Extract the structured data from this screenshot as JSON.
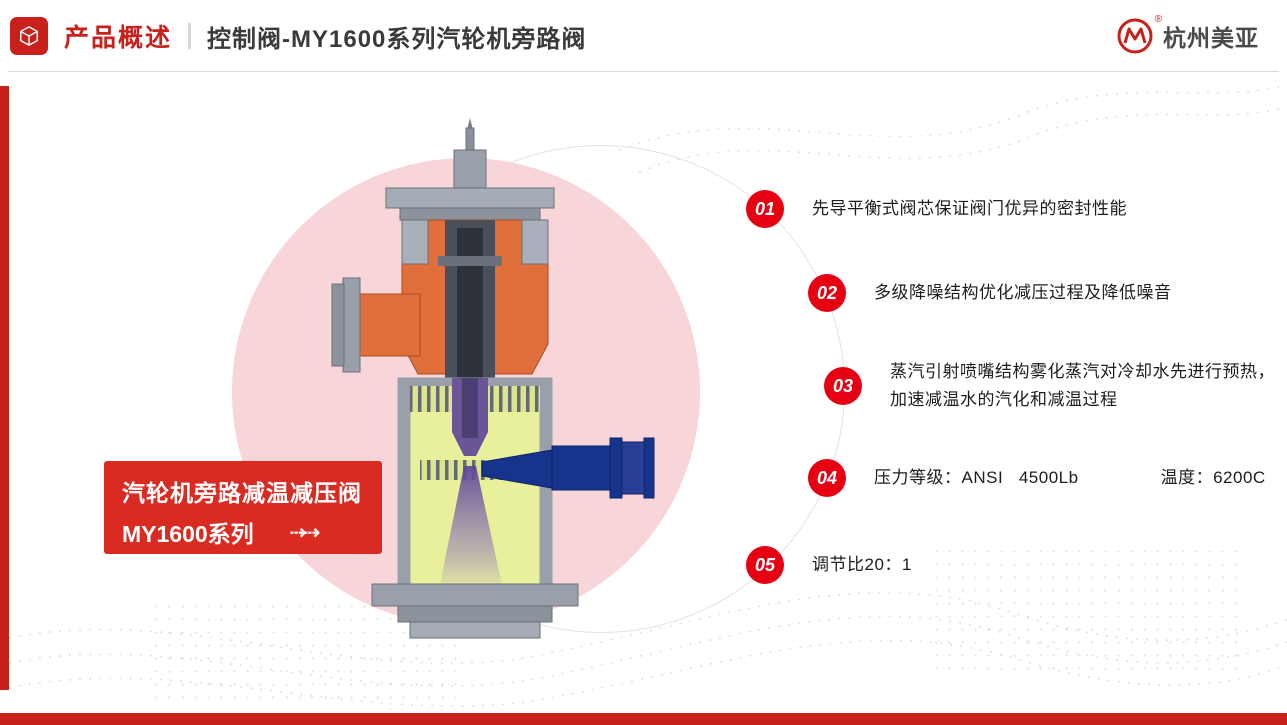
{
  "header": {
    "section_label": "产品概述",
    "title": "控制阀-MY1600系列汽轮机旁路阀",
    "brand_logo_letter": "M",
    "brand_logo_reg": "®",
    "brand_name": "杭州美亚"
  },
  "product_label": {
    "line1": "汽轮机旁路减温减压阀",
    "line2": "MY1600系列",
    "arrow_glyph": "⇢⇢"
  },
  "features": [
    {
      "num": "01",
      "text": "先导平衡式阀芯保证阀门优异的密封性能"
    },
    {
      "num": "02",
      "text": "多级降噪结构优化减压过程及降低噪音"
    },
    {
      "num": "03",
      "text": "蒸汽引射喷嘴结构雾化蒸汽对冷却水先进行预热，加速减温水的汽化和减温过程"
    },
    {
      "num": "04",
      "text": "压力等级：ANSI   4500Lb",
      "text2": "温度：6200C"
    },
    {
      "num": "05",
      "text": "调节比20：1"
    }
  ],
  "colors": {
    "accent_red": "#c8201a",
    "badge_red": "#e60012",
    "banner_red": "#d92b21",
    "pink_circle": "#f7d5d8",
    "valve_orange": "#e06f3c",
    "valve_yellow": "#e9f09c",
    "valve_blue": "#16348c"
  }
}
